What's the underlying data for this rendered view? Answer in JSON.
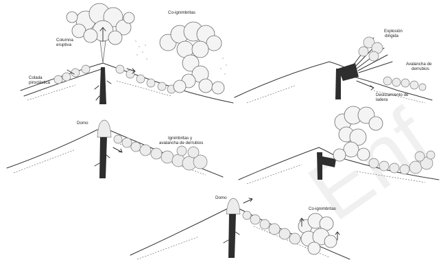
{
  "panels": [
    {
      "id": "panel-1",
      "labels": [
        "Columna eruptiva",
        "Colada piroclástica",
        "Co-ignimbritas"
      ]
    },
    {
      "id": "panel-2",
      "labels": [
        "Explosión dirigida",
        "Avalancha de derrubios",
        "Deslizamiento de ladera"
      ]
    },
    {
      "id": "panel-3",
      "labels": [
        "Domo",
        "Ignimbritas y avalancha de derrubios"
      ]
    },
    {
      "id": "panel-4",
      "labels": []
    },
    {
      "id": "panel-5",
      "labels": [
        "Domo",
        "Co-ignimbritas"
      ]
    }
  ],
  "text": {
    "p1_columna_1": "Columna",
    "p1_columna_2": "eruptiva",
    "p1_colada_1": "Colada",
    "p1_colada_2": "piroclástica",
    "p1_coign": "Co-ignimbritas",
    "p2_explosion_1": "Explosión",
    "p2_explosion_2": "dirigida",
    "p2_avalancha_1": "Avalancha de",
    "p2_avalancha_2": "derrubios",
    "p2_desliz_1": "Deslizamiento de",
    "p2_desliz_2": "ladera",
    "p3_domo": "Domo",
    "p3_ign_1": "Ignimbritas y",
    "p3_ign_2": "avalancha de derrubios",
    "p5_domo": "Domo",
    "p5_coign": "Co-ignimbritas",
    "watermark": "Enf"
  },
  "colors": {
    "ink": "#333333",
    "conduit": "#2e2e2e",
    "cloud_fill": "#f4f4f4",
    "watermark": "#d7d7d7"
  }
}
